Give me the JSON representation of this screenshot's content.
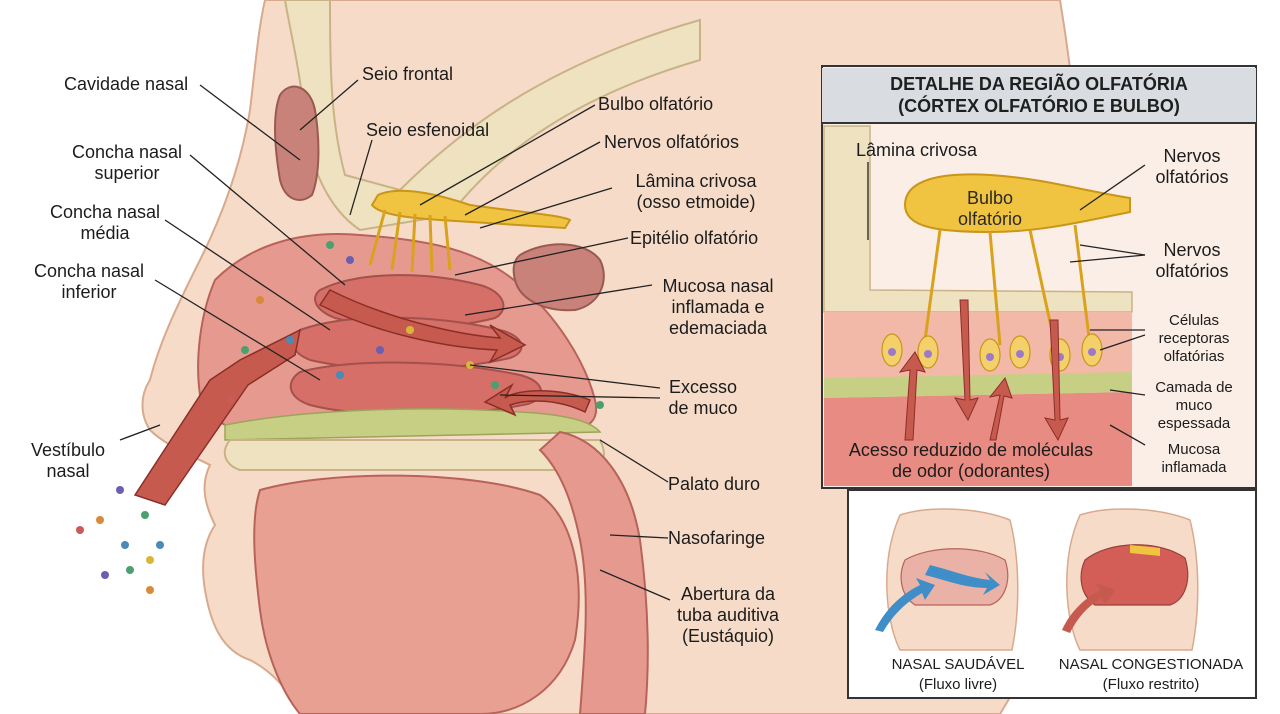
{
  "main": {
    "labels": {
      "cavidade_nasal": "Cavidade nasal",
      "seio_frontal": "Seio frontal",
      "seio_esfenoidal": "Seio esfenoidal",
      "concha_superior": "Concha nasal\nsuperior",
      "concha_media": "Concha nasal\nmédia",
      "concha_inferior": "Concha nasal\ninferior",
      "vestibulo": "Vestíbulo\nnasal",
      "bulbo": "Bulbo olfatório",
      "nervos": "Nervos olfatórios",
      "lamina": "Lâmina crivosa\n(osso etmoide)",
      "epitelio": "Epitélio olfatório",
      "mucosa": "Mucosa nasal\ninflamada e\nedemaciada",
      "muco": "Excesso\nde muco",
      "palato": "Palato duro",
      "nasofaringe": "Nasofaringe",
      "tuba": "Abertura da\ntuba auditiva\n(Eustáquio)"
    }
  },
  "inset": {
    "title": "DETALHE DA REGIÃO OLFATÓRIA\n(CÓRTEX OLFATÓRIO E BULBO)",
    "labels": {
      "lamina": "Lâmina crivosa",
      "bulbo": "Bulbo\nolfatório",
      "nervos1": "Nervos\nolfatórios",
      "nervos2": "Nervos\nolfatórios",
      "celulas": "Células\nreceptoras\nolfatórias",
      "camada": "Camada de\nmuco\nespessada",
      "mucosa": "Mucosa\ninflamada",
      "acesso": "Acesso reduzido de moléculas\nde odor (odorantes)"
    }
  },
  "comparison": {
    "healthy_title": "NASAL SAUDÁVEL",
    "healthy_sub": "(Fluxo livre)",
    "congested_title": "NASAL CONGESTIONADA",
    "congested_sub": "(Fluxo restrito)"
  },
  "colors": {
    "skin": "#f6dcc8",
    "mucosa": "#e0837a",
    "mucosa_dark": "#c95f5a",
    "bone": "#efe2c0",
    "nerve": "#f0c440",
    "mucus": "#c7cf84",
    "arrow": "#c75a4e"
  }
}
